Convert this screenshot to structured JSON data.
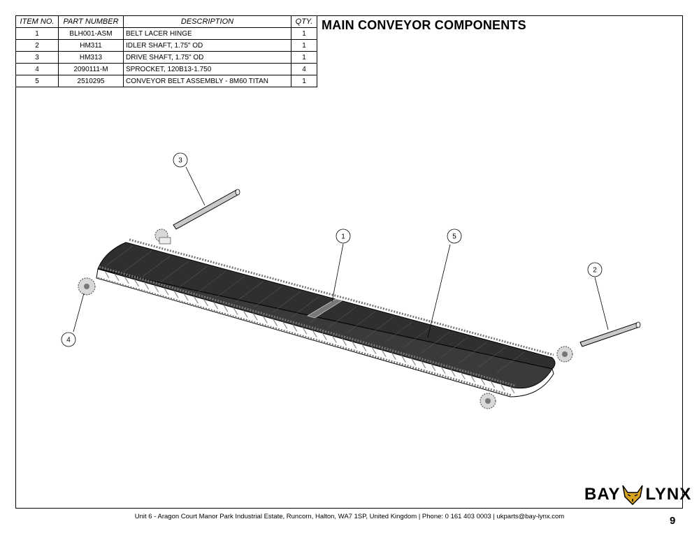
{
  "parts_table": {
    "headers": [
      "ITEM NO.",
      "PART NUMBER",
      "DESCRIPTION",
      "QTY."
    ],
    "rows": [
      {
        "item": "1",
        "part_number": "BLH001-ASM",
        "description": "BELT LACER HINGE",
        "qty": "1"
      },
      {
        "item": "2",
        "part_number": "HM311",
        "description": "IDLER SHAFT, 1.75\" OD",
        "qty": "1"
      },
      {
        "item": "3",
        "part_number": "HM313",
        "description": "DRIVE SHAFT, 1.75\" OD",
        "qty": "1"
      },
      {
        "item": "4",
        "part_number": "2090111-M",
        "description": "SPROCKET, 120B13-1.750",
        "qty": "4"
      },
      {
        "item": "5",
        "part_number": "2510295",
        "description": "CONVEYOR BELT ASSEMBLY - 8M60 TITAN",
        "qty": "1"
      }
    ]
  },
  "title": "MAIN CONVEYOR COMPONENTS",
  "callouts": [
    "1",
    "2",
    "3",
    "4",
    "5"
  ],
  "logo": {
    "left": "BAY",
    "right": "LYNX"
  },
  "footer": "Unit 6 - Aragon Court Manor Park Industrial Estate, Runcorn, Halton, WA7 1SP, United Kingdom  |  Phone: 0 161 403 0003  |  ukparts@bay-lynx.com",
  "page_number": "9",
  "colors": {
    "belt": "#2d2d2d",
    "chain": "#555555",
    "logo_accent": "#d9a420"
  }
}
